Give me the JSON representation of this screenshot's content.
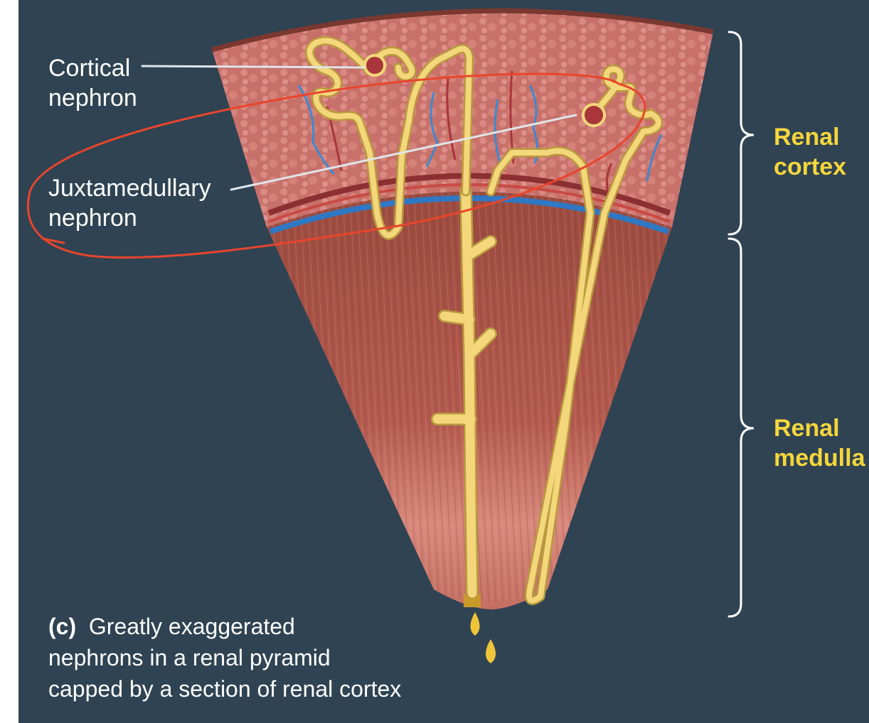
{
  "labels": {
    "cortical_line1": "Cortical",
    "cortical_line2": "nephron",
    "juxta_line1": "Juxtamedullary",
    "juxta_line2": "nephron"
  },
  "regions": {
    "cortex_line1": "Renal",
    "cortex_line2": "cortex",
    "medulla_line1": "Renal",
    "medulla_line2": "medulla"
  },
  "caption": {
    "letter": "(c)",
    "line1": "Greatly exaggerated",
    "line2": "nephrons in a renal pyramid",
    "line3": "capped by a section of renal cortex"
  },
  "colors": {
    "background": "#2f4353",
    "label_text": "#ffffff",
    "region_text": "#f5d63b",
    "tubule": "#f3d77a",
    "annotation": "#e8452c"
  }
}
